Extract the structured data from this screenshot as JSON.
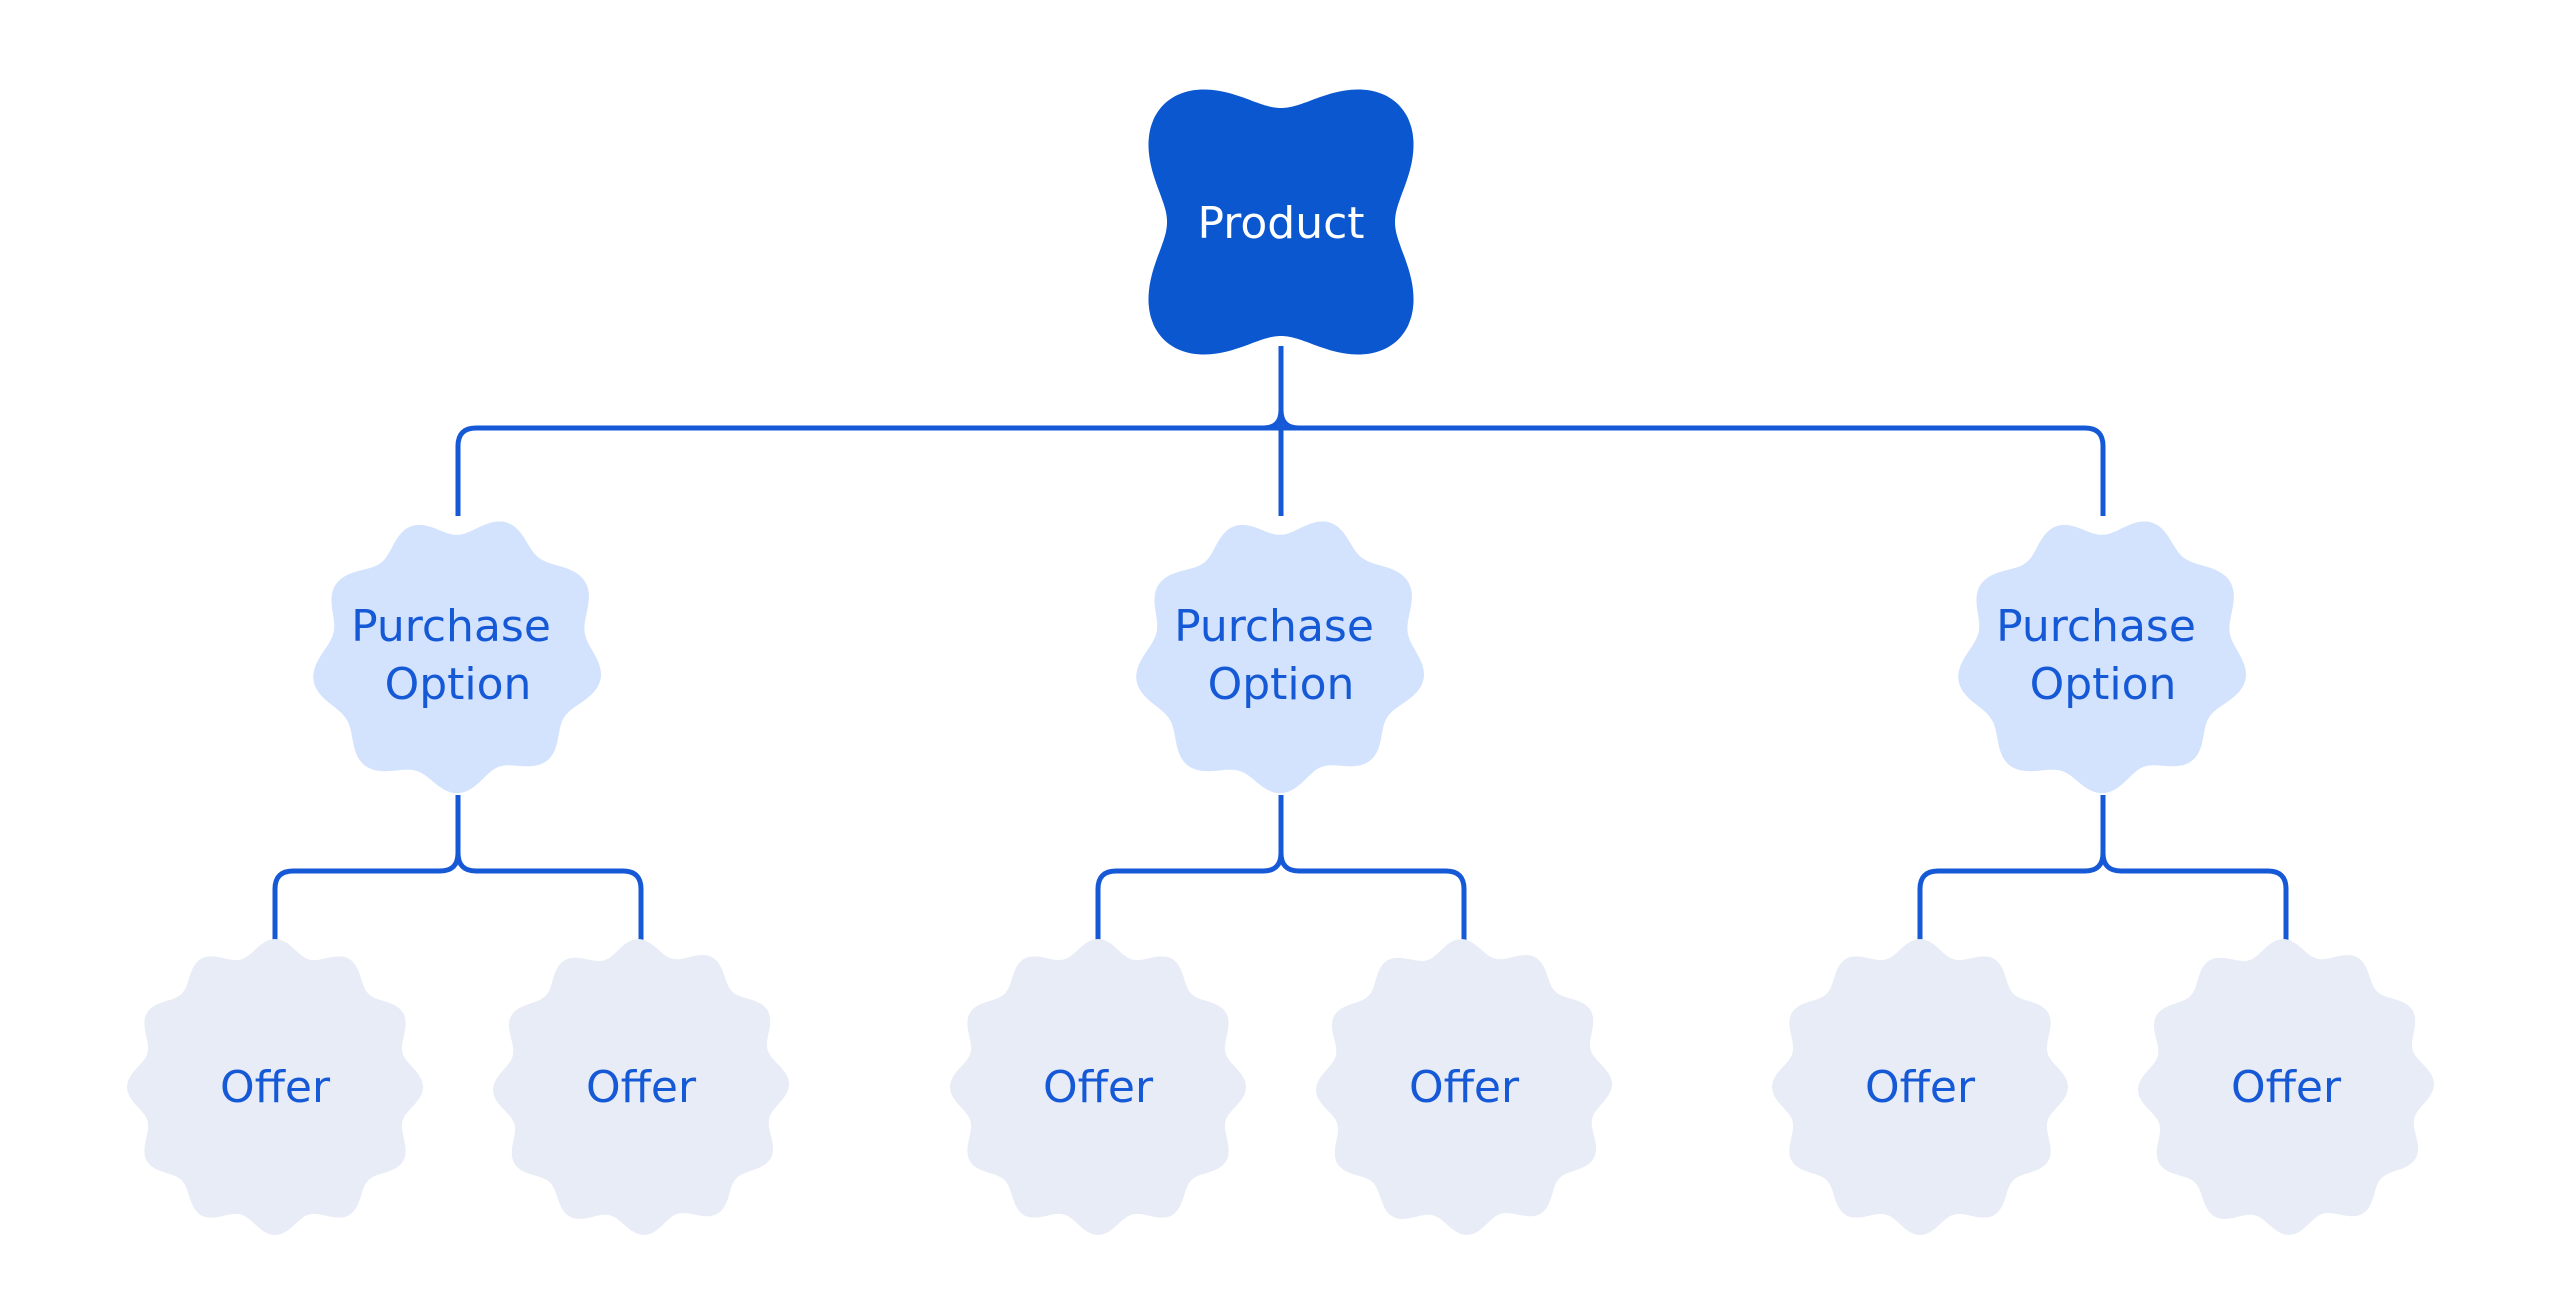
{
  "colors": {
    "background": "#ffffff",
    "product_fill": "#0b57d0",
    "product_text": "#ffffff",
    "option_fill": "#d3e3fd",
    "offer_fill": "#e8ecf6",
    "label_text": "#1659d6",
    "connector": "#1659d6"
  },
  "nodes": {
    "product": {
      "label": "Product"
    },
    "purchase_options": [
      {
        "label_line1": "Purchase",
        "label_line2": "Option"
      },
      {
        "label_line1": "Purchase",
        "label_line2": "Option"
      },
      {
        "label_line1": "Purchase",
        "label_line2": "Option"
      }
    ],
    "offers": [
      {
        "label": "Offer"
      },
      {
        "label": "Offer"
      },
      {
        "label": "Offer"
      },
      {
        "label": "Offer"
      },
      {
        "label": "Offer"
      },
      {
        "label": "Offer"
      }
    ]
  },
  "chart_data": {
    "type": "table",
    "title": "",
    "hierarchy": {
      "root": "Product",
      "children": [
        {
          "name": "Purchase Option",
          "children": [
            "Offer",
            "Offer"
          ]
        },
        {
          "name": "Purchase Option",
          "children": [
            "Offer",
            "Offer"
          ]
        },
        {
          "name": "Purchase Option",
          "children": [
            "Offer",
            "Offer"
          ]
        }
      ]
    }
  }
}
